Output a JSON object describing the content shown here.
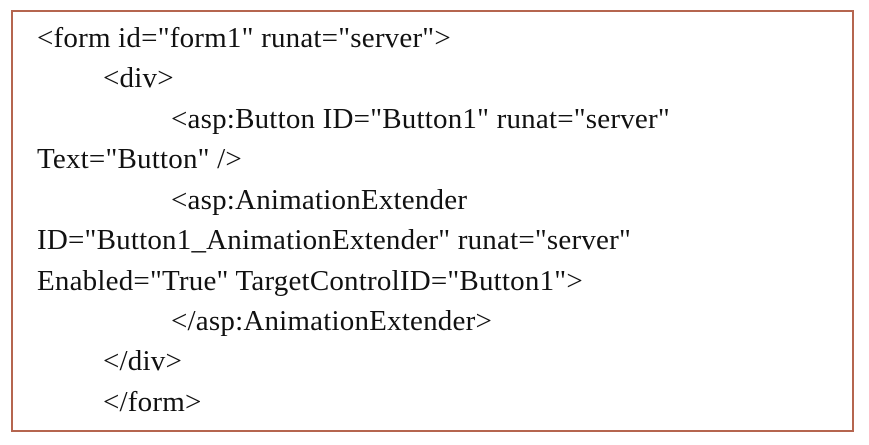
{
  "code_block": {
    "border_color": "#b5654f",
    "lines": [
      "<form id=\"form1\" runat=\"server\">",
      "<div>",
      "<asp:Button ID=\"Button1\" runat=\"server\"",
      "Text=\"Button\" />",
      "<asp:AnimationExtender",
      "ID=\"Button1_AnimationExtender\" runat=\"server\"",
      "Enabled=\"True\" TargetControlID=\"Button1\">",
      "</asp:AnimationExtender>",
      "</div>",
      "</form>"
    ]
  }
}
